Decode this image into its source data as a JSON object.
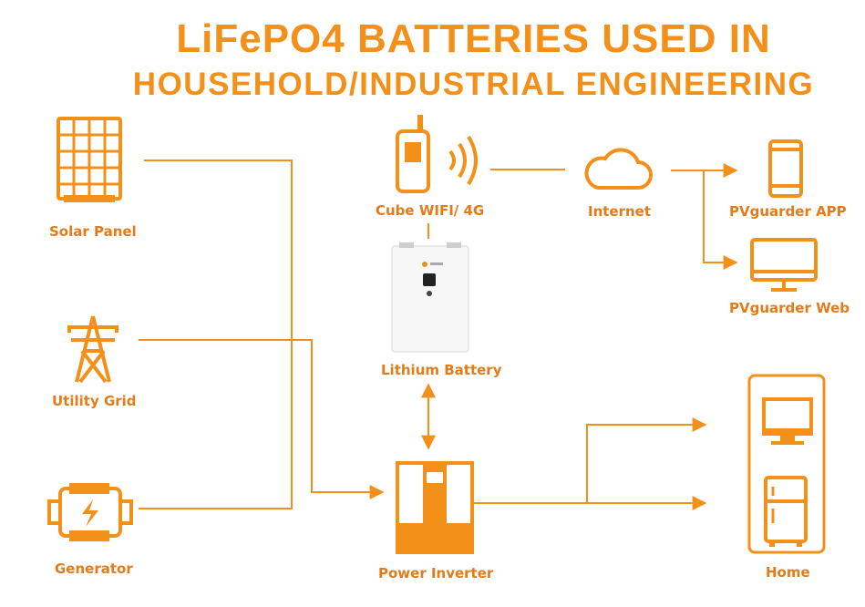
{
  "title": {
    "line1": "LiFePO4 BATTERIES USED IN",
    "line2": "HOUSEHOLD/INDUSTRIAL ENGINEERING"
  },
  "nodes": {
    "solar_panel": "Solar Panel",
    "utility_grid": "Utility Grid",
    "generator": "Generator",
    "cube_wifi": "Cube WIFI/   4G",
    "internet": "Internet",
    "pvguarder_app": "PVguarder  APP",
    "pvguarder_web": "PVguarder  Web",
    "lithium_battery": "Lithium Battery",
    "power_inverter": "Power Inverter",
    "home": "Home"
  },
  "colors": {
    "accent": "#f39019",
    "label": "#e27b19"
  }
}
